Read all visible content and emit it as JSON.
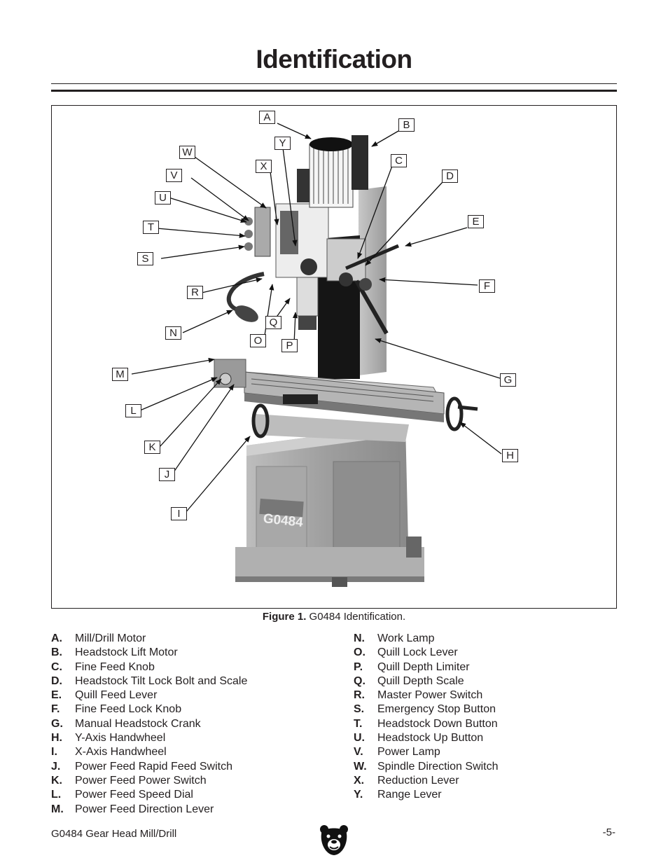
{
  "page": {
    "title": "Identification",
    "figure": {
      "caption_label": "Figure 1.",
      "caption_text": "G0484 Identification.",
      "machine_badge": "G0484",
      "callouts": [
        "A",
        "B",
        "C",
        "D",
        "E",
        "F",
        "G",
        "H",
        "I",
        "J",
        "K",
        "L",
        "M",
        "N",
        "O",
        "P",
        "Q",
        "R",
        "S",
        "T",
        "U",
        "V",
        "W",
        "X",
        "Y"
      ]
    },
    "parts_left": [
      {
        "key": "A.",
        "name": "Mill/Drill Motor"
      },
      {
        "key": "B.",
        "name": "Headstock Lift Motor"
      },
      {
        "key": "C.",
        "name": "Fine Feed Knob"
      },
      {
        "key": "D.",
        "name": "Headstock Tilt Lock Bolt and Scale"
      },
      {
        "key": "E.",
        "name": "Quill Feed Lever"
      },
      {
        "key": "F.",
        "name": "Fine Feed Lock Knob"
      },
      {
        "key": "G.",
        "name": "Manual Headstock Crank"
      },
      {
        "key": "H.",
        "name": "Y-Axis Handwheel"
      },
      {
        "key": "I.",
        "name": "X-Axis Handwheel"
      },
      {
        "key": "J.",
        "name": "Power Feed Rapid Feed Switch"
      },
      {
        "key": "K.",
        "name": "Power Feed Power Switch"
      },
      {
        "key": "L.",
        "name": "Power Feed Speed Dial"
      },
      {
        "key": "M.",
        "name": "Power Feed Direction Lever"
      }
    ],
    "parts_right": [
      {
        "key": "N.",
        "name": "Work Lamp"
      },
      {
        "key": "O.",
        "name": "Quill Lock Lever"
      },
      {
        "key": "P.",
        "name": "Quill Depth Limiter"
      },
      {
        "key": "Q.",
        "name": "Quill Depth Scale"
      },
      {
        "key": "R.",
        "name": "Master Power Switch"
      },
      {
        "key": "S.",
        "name": "Emergency Stop Button"
      },
      {
        "key": "T.",
        "name": "Headstock Down Button"
      },
      {
        "key": "U.",
        "name": "Headstock Up Button"
      },
      {
        "key": "V.",
        "name": "Power Lamp"
      },
      {
        "key": "W.",
        "name": "Spindle Direction Switch"
      },
      {
        "key": "X.",
        "name": "Reduction Lever"
      },
      {
        "key": "Y.",
        "name": "Range Lever"
      }
    ],
    "footer": {
      "left": "G0484 Gear Head Mill/Drill",
      "right": "-5-"
    }
  }
}
